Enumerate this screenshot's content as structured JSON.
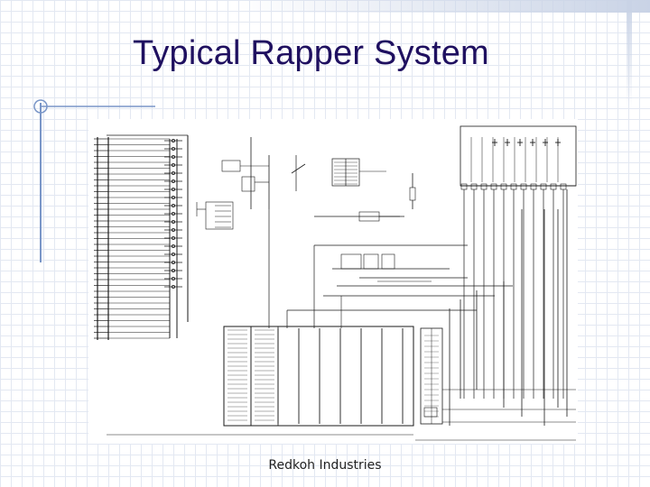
{
  "slide": {
    "title": "Typical Rapper System",
    "footer": "Redkoh Industries"
  },
  "diagram": {
    "image_ref": "wiring-schematic-drawing"
  },
  "colors": {
    "title": "#1f1060",
    "grid": "#e3e8f2",
    "accent": "#c9d3e6",
    "line": "#1a1a1a"
  }
}
